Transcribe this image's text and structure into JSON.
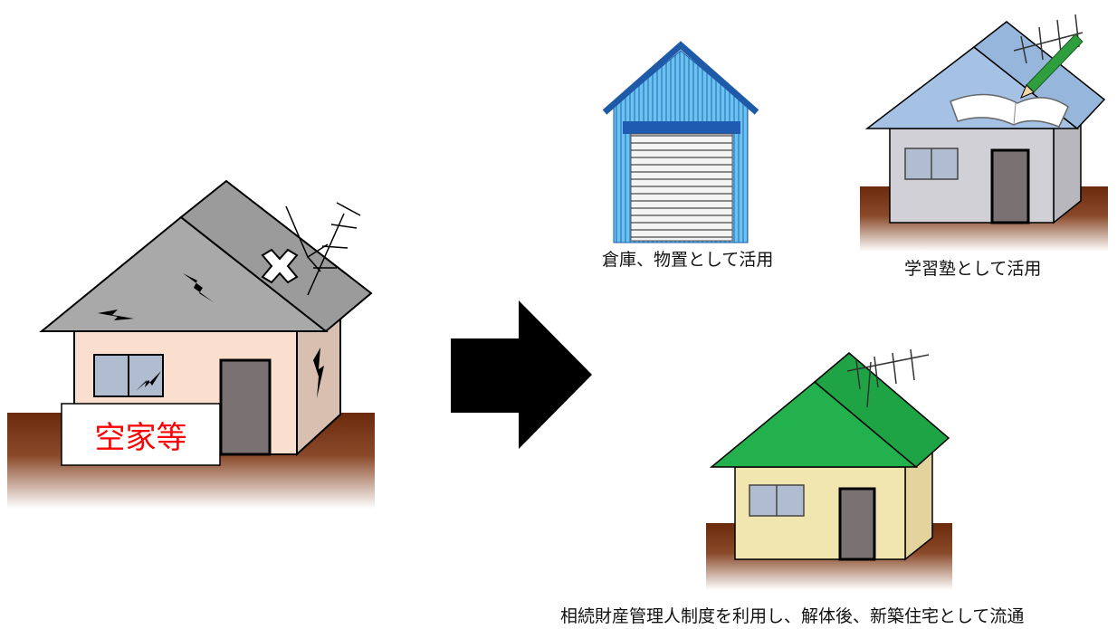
{
  "vacant_house": {
    "sign_label": "空家等",
    "sign_color": "#ff0000"
  },
  "uses": [
    {
      "label": "倉庫、物置として活用"
    },
    {
      "label": "学習塾として活用"
    },
    {
      "label": "相続財産管理人制度を利用し、解体後、新築住宅として流通"
    }
  ],
  "colors": {
    "arrow": "#000000",
    "old_roof": "#a9a9a9",
    "old_wall": "#fadfcf",
    "ground": "#6b2a0c",
    "warehouse_wall": "#5ab0e0",
    "warehouse_roof": "#1e5aa8",
    "school_roof": "#a5c2e4",
    "school_wall": "#d0d0d6",
    "new_roof": "#22b14c",
    "new_wall": "#f2e6b0"
  },
  "icons": [
    "broken-antenna-icon",
    "x-mark-icon",
    "crack-icon",
    "pencil-icon",
    "open-book-icon",
    "antenna-icon",
    "shutter-icon"
  ]
}
